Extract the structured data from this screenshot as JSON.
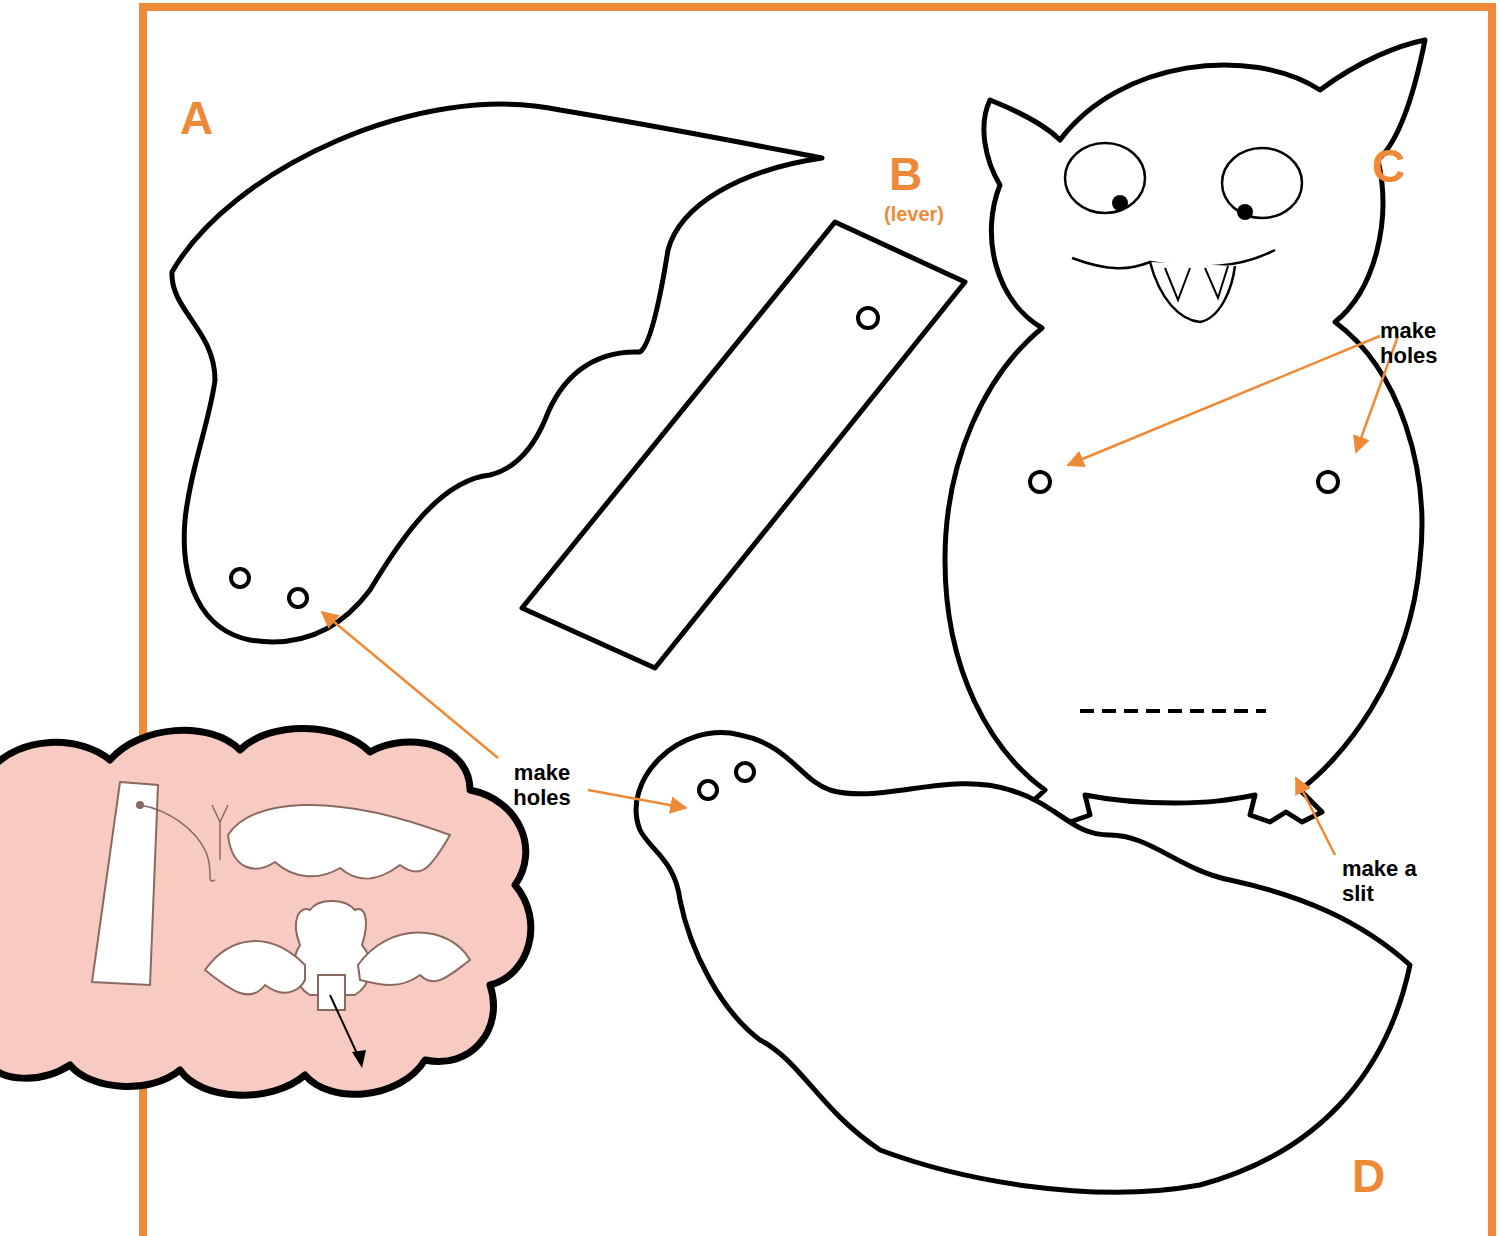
{
  "diagram": {
    "labels": [
      "A",
      "B",
      "(lever)",
      "C",
      "make holes",
      "make holes",
      "make a slit",
      "D"
    ]
  }
}
